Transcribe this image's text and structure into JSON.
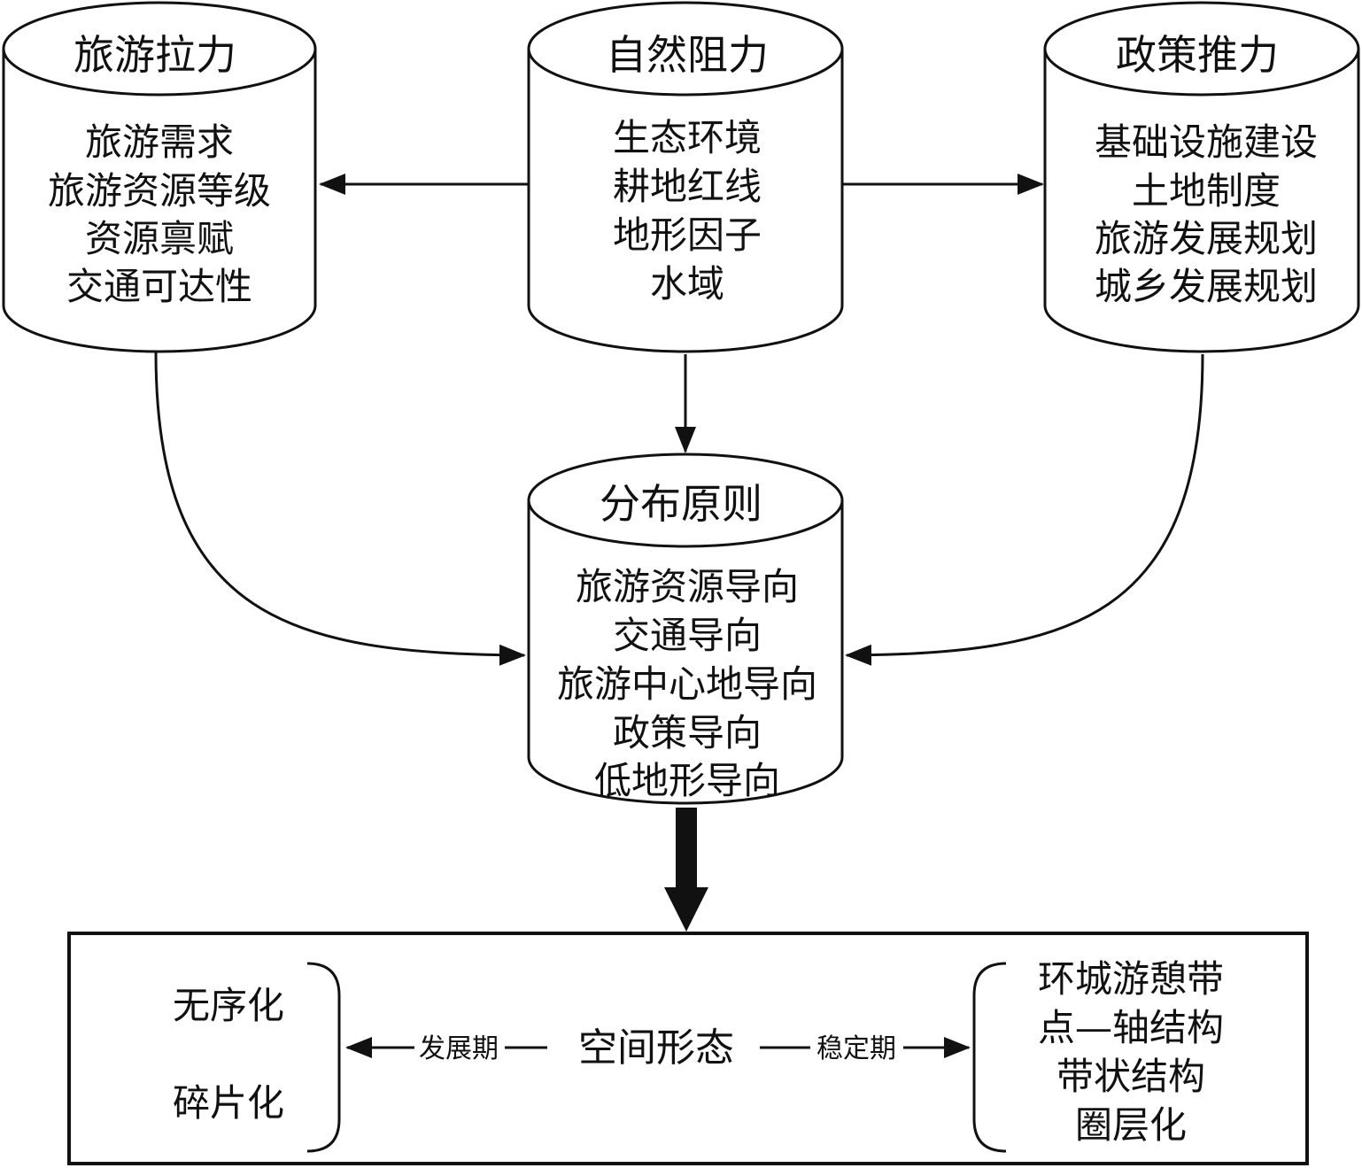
{
  "cylinders": {
    "tourism_pull": {
      "title": "旅游拉力",
      "items": [
        "旅游需求",
        "旅游资源等级",
        "资源禀赋",
        "交通可达性"
      ]
    },
    "natural_resistance": {
      "title": "自然阻力",
      "items": [
        "生态环境",
        "耕地红线",
        "地形因子",
        "水域"
      ]
    },
    "policy_push": {
      "title": "政策推力",
      "items": [
        "基础设施建设",
        "土地制度",
        "旅游发展规划",
        "城乡发展规划"
      ]
    },
    "distribution_principle": {
      "title": "分布原则",
      "items": [
        "旅游资源导向",
        "交通导向",
        "旅游中心地导向",
        "政策导向",
        "低地形导向"
      ]
    }
  },
  "spatial_form": {
    "center_label": "空间形态",
    "left_arrow_label": "发展期",
    "right_arrow_label": "稳定期",
    "left_items": [
      "无序化",
      "碎片化"
    ],
    "right_items": [
      "环城游憩带",
      "点—轴结构",
      "带状结构",
      "圈层化"
    ]
  }
}
